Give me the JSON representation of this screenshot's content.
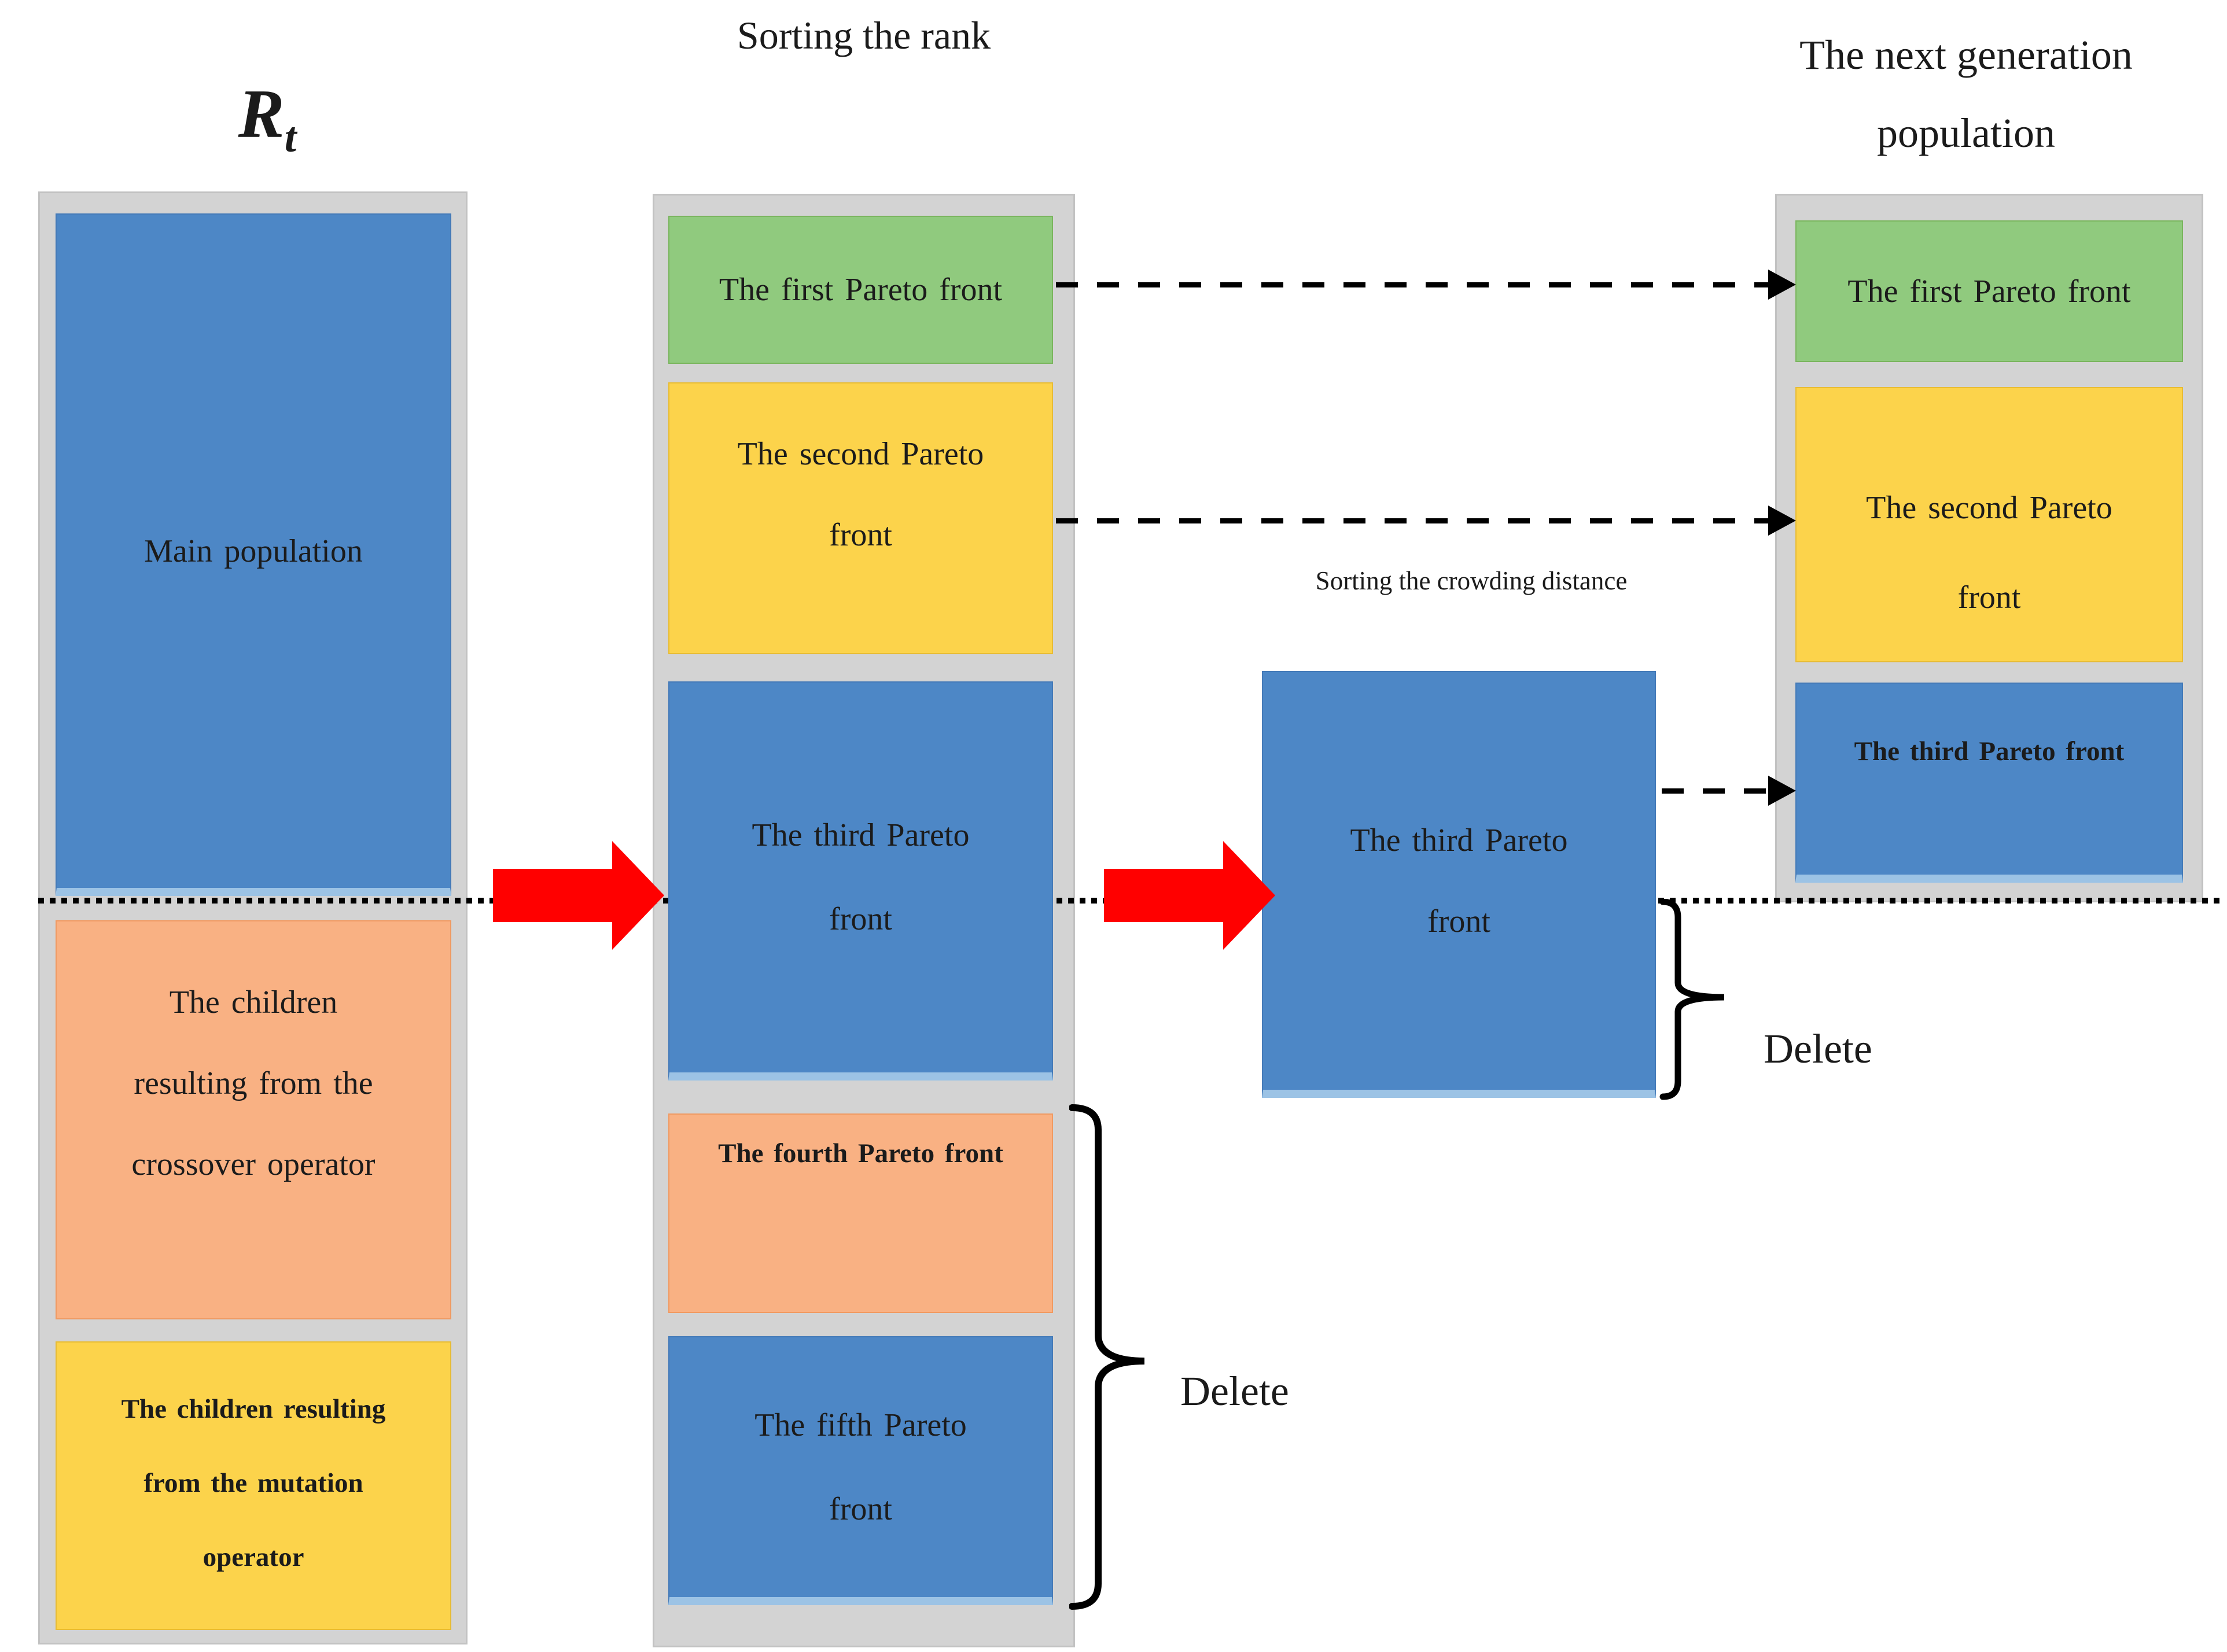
{
  "titles": {
    "rt_main": "R",
    "rt_sub": "t",
    "sorting_rank": "Sorting the rank",
    "crowding": "Sorting the crowding distance",
    "next_gen_line1": "The next generation",
    "next_gen_line2": "population"
  },
  "left_column": {
    "main_label": "Main population",
    "crossover_lines": [
      "The children",
      "resulting from the",
      "crossover operator"
    ],
    "mutation_lines": [
      "The children resulting",
      "from the mutation",
      "operator"
    ]
  },
  "middle_column": {
    "first": "The first Pareto front",
    "second_lines": [
      "The second Pareto",
      "front"
    ],
    "third_lines": [
      "The third Pareto",
      "front"
    ],
    "fourth": "The fourth Pareto front",
    "fifth_lines": [
      "The fifth Pareto",
      "front"
    ],
    "delete_label": "Delete"
  },
  "crowding_section": {
    "box_lines": [
      "The third Pareto",
      "front"
    ],
    "delete_label": "Delete"
  },
  "right_column": {
    "first": "The first Pareto front",
    "second_lines": [
      "The second Pareto",
      "front"
    ],
    "third": "The third Pareto front"
  },
  "colors": {
    "blue": "#4d87c6",
    "light_blue_strip": "#9cc3e5",
    "green": "#90ca7e",
    "yellow": "#fcd34b",
    "orange": "#f9b183",
    "container_gray": "#d3d3d3",
    "arrow_red": "#ff0000",
    "line_black": "#000000"
  }
}
